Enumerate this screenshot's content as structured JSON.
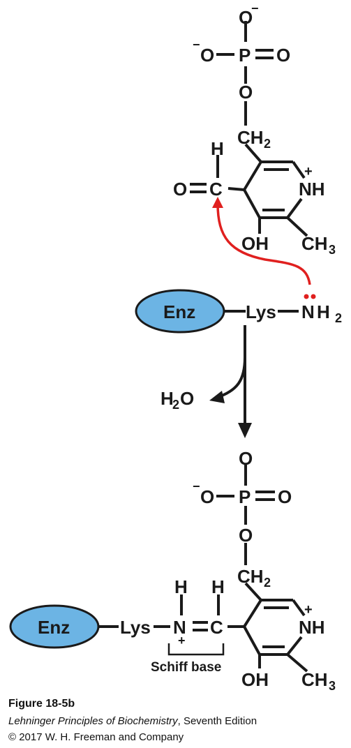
{
  "top_structure": {
    "phosphate_o_top": "O",
    "phosphate_o_minus_sup": "−",
    "phosphate_o_left": "O",
    "phosphate_p": "P",
    "phosphate_o_right": "O",
    "phosphate_o_bottom": "O",
    "ch2": "CH",
    "ch2_sub": "2",
    "aldehyde_h": "H",
    "aldehyde_o": "O",
    "aldehyde_c": "C",
    "ring_nh": "NH",
    "ring_plus": "+",
    "oh": "OH",
    "ch3": "CH",
    "ch3_sub": "3"
  },
  "enzyme_top": {
    "enz": "Enz",
    "lys": "Lys",
    "nh2_n": "N",
    "nh2_h": "H",
    "nh2_sub": "2"
  },
  "water": {
    "h": "H",
    "sub": "2",
    "o": "O"
  },
  "bottom_structure": {
    "phosphate_o_top": "O",
    "phosphate_o_left": "O",
    "phosphate_p": "P",
    "phosphate_o_right": "O",
    "phosphate_o_bottom": "O",
    "ch2": "CH",
    "ch2_sub": "2",
    "h_n": "H",
    "h_c": "H",
    "enz": "Enz",
    "lys": "Lys",
    "n": "N",
    "n_plus": "+",
    "c": "C",
    "ring_nh": "NH",
    "ring_plus": "+",
    "oh": "OH",
    "ch3": "CH",
    "ch3_sub": "3",
    "schiff_base": "Schiff base"
  },
  "caption": {
    "figure": "Figure 18-5b",
    "book_title": "Lehninger Principles of Biochemistry",
    "edition": ", Seventh Edition",
    "copyright": "© 2017 W. H. Freeman and Company"
  },
  "colors": {
    "bond": "#1a1a1a",
    "enzyme_fill": "#6cb4e4",
    "enzyme_stroke": "#1a1a1a",
    "arrow_red": "#e0201f",
    "lone_pair_dots": "#e0201f"
  }
}
